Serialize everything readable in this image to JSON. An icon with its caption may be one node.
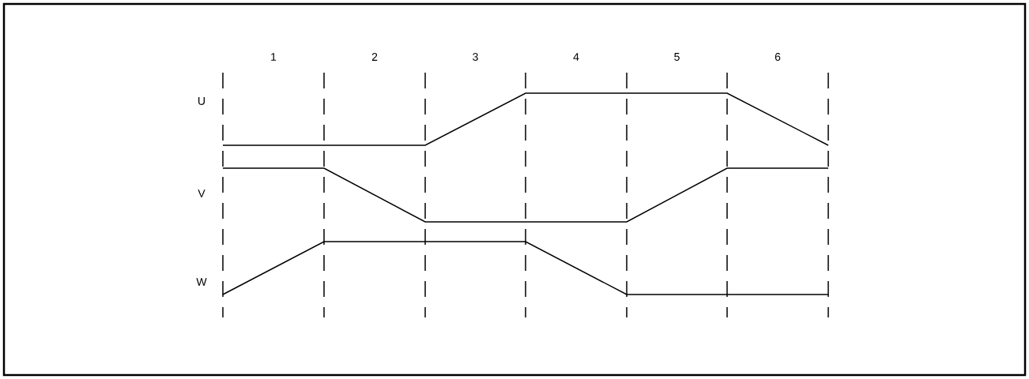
{
  "diagram": {
    "labels": [
      "1",
      "2",
      "3",
      "4",
      "5",
      "6",
      "U",
      "V",
      "W"
    ]
  }
}
